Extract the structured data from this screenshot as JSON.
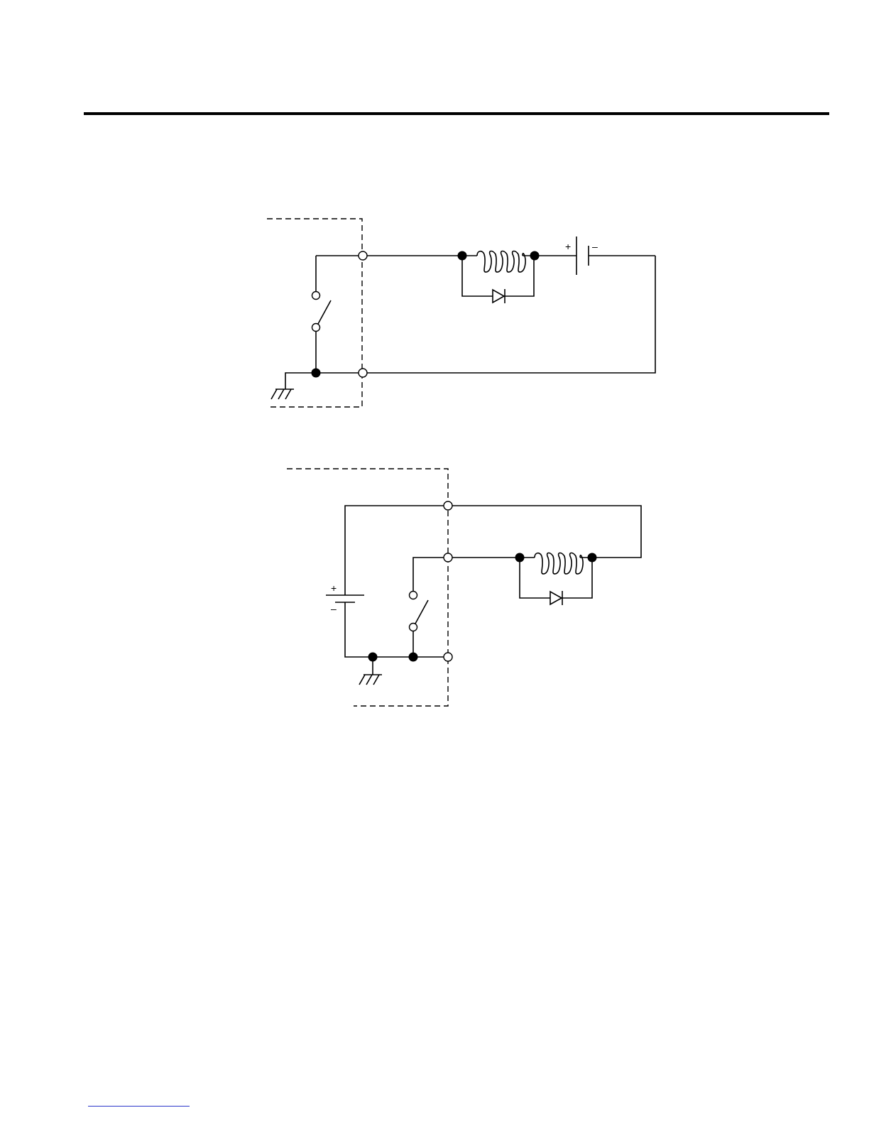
{
  "page": {
    "rule_color": "#000000",
    "footnote_rule_color": "#2b35c9"
  },
  "diagrams": [
    {
      "id": "circuit-1",
      "components": [
        "open-switch",
        "relay-coil",
        "flyback-diode",
        "battery",
        "ground"
      ],
      "battery_labels": {
        "positive": "+",
        "negative": "–"
      }
    },
    {
      "id": "circuit-2",
      "components": [
        "battery",
        "open-switch",
        "relay-coil",
        "flyback-diode",
        "ground"
      ],
      "battery_labels": {
        "positive": "+",
        "negative": "–"
      }
    }
  ]
}
